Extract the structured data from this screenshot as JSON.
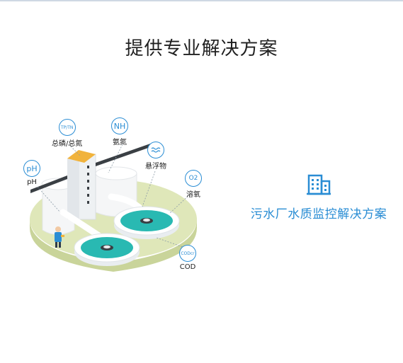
{
  "page": {
    "title": "提供专业解决方案"
  },
  "illustration": {
    "params": [
      {
        "id": "ph",
        "icon_text": "pH",
        "label": "pH"
      },
      {
        "id": "tptn",
        "icon_text": "TP/TN",
        "label": "总磷/总氮"
      },
      {
        "id": "nh",
        "icon_text": "NH",
        "label": "氨氮"
      },
      {
        "id": "ss",
        "icon_text": "",
        "label": "悬浮物"
      },
      {
        "id": "do",
        "icon_text": "O2",
        "label": "溶氧"
      },
      {
        "id": "cod",
        "icon_text": "CODcr",
        "label": "COD"
      }
    ]
  },
  "solution": {
    "icon": "building-icon",
    "label": "污水厂水质监控解决方案"
  },
  "colors": {
    "accent": "#2a8dd4",
    "ground": "#dfe7b9",
    "pool": "#29b9b2",
    "tower": "#f0f2f4",
    "tower_top": "#f1b33c"
  }
}
